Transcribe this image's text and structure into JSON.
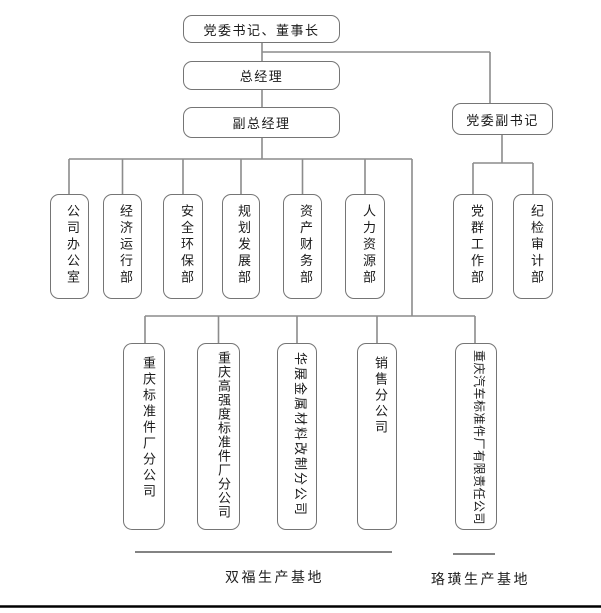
{
  "diagram": {
    "type": "org-chart",
    "nodes": {
      "party_secretary_chairman": "党委书记、董事长",
      "general_manager": "总经理",
      "deputy_general_manager": "副总经理",
      "deputy_party_secretary": "党委副书记"
    },
    "departments": [
      "公司办公室",
      "经济运行部",
      "安全环保部",
      "规划发展部",
      "资产财务部",
      "人力资源部"
    ],
    "party_departments": [
      "党群工作部",
      "纪检审计部"
    ],
    "branches": [
      "重庆标准件厂分公司",
      "重庆高强度标准件厂分公司",
      "华展金属材料改制分公司",
      "销售分公司",
      "重庆汽车标准件厂有限责任公司"
    ],
    "bases": [
      "双福生产基地",
      "珞璜生产基地"
    ]
  },
  "colors": {
    "connector_line": "#8c8c8c",
    "box_border": "#757575",
    "base_underline": "#5a5a5a",
    "page_rule": "#000000",
    "text": "#1a1a1a",
    "background": "#ffffff"
  }
}
